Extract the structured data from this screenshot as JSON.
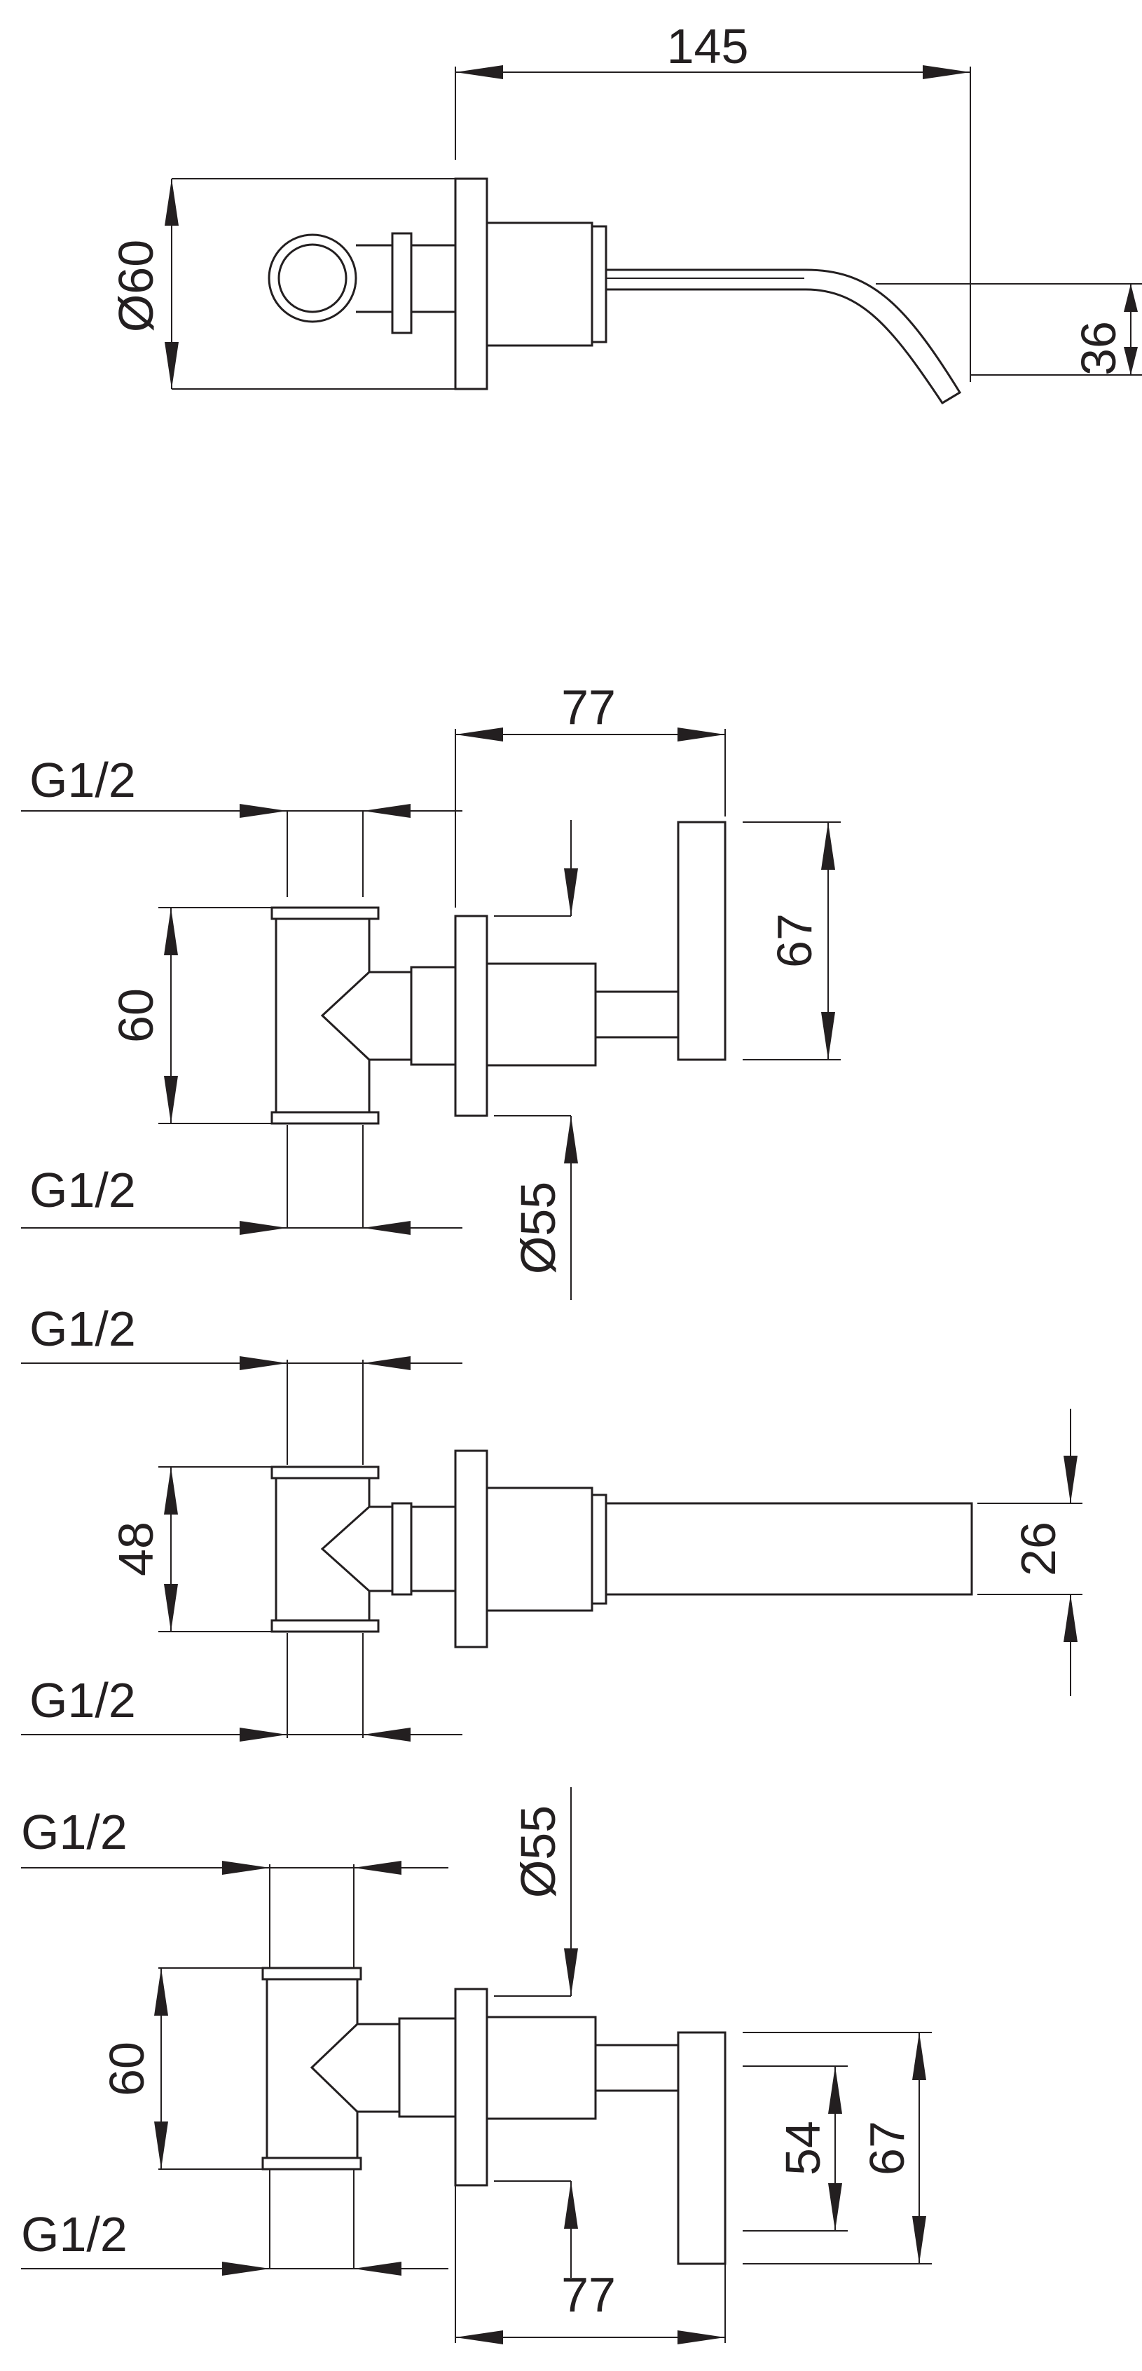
{
  "views": {
    "top": {
      "length": "145",
      "flange_diameter": "Ø60",
      "spout_drop": "36"
    },
    "side_upper": {
      "projection": "77",
      "thread_top": "G1/2",
      "body_height": "60",
      "thread_bottom": "G1/2",
      "handle_height": "67",
      "flange_diameter": "Ø55"
    },
    "side_middle": {
      "thread_top": "G1/2",
      "body_height": "48",
      "thread_bottom": "G1/2",
      "spout_height": "26"
    },
    "side_lower": {
      "thread_top": "G1/2",
      "flange_diameter": "Ø55",
      "body_height": "60",
      "thread_bottom": "G1/2",
      "inner_height": "54",
      "handle_height": "67",
      "projection": "77"
    }
  }
}
